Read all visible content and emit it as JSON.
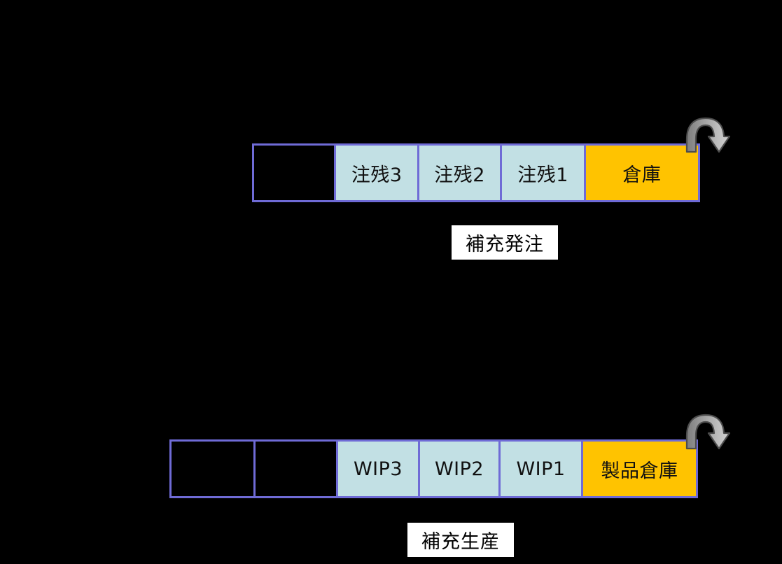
{
  "diagram": {
    "title": "",
    "background_color": "#000000",
    "palette": {
      "border": "#6F6BD6",
      "buffer_fill": "#C2E0E4",
      "warehouse_fill": "#FFC300",
      "empty_fill": "#000000",
      "caption_bg": "#FFFFFF",
      "arrow_dark": "#808080",
      "arrow_light": "#CCCCCC",
      "arrow_outline": "#4D4D4D"
    },
    "rows": [
      {
        "id": "order-pipeline",
        "caption": "補充発注",
        "cells": [
          {
            "label": "",
            "kind": "empty"
          },
          {
            "label": "注残3",
            "kind": "buffer"
          },
          {
            "label": "注残2",
            "kind": "buffer"
          },
          {
            "label": "注残1",
            "kind": "buffer"
          },
          {
            "label": "倉庫",
            "kind": "warehouse"
          }
        ],
        "arrow": {
          "name": "replenishment-arrow",
          "direction": "loop-back-down"
        }
      },
      {
        "id": "production-pipeline",
        "caption": "補充生産",
        "cells": [
          {
            "label": "",
            "kind": "empty"
          },
          {
            "label": "",
            "kind": "empty"
          },
          {
            "label": "WIP3",
            "kind": "buffer"
          },
          {
            "label": "WIP2",
            "kind": "buffer"
          },
          {
            "label": "WIP1",
            "kind": "buffer"
          },
          {
            "label": "製品倉庫",
            "kind": "warehouse"
          }
        ],
        "arrow": {
          "name": "replenishment-arrow",
          "direction": "loop-back-down"
        }
      }
    ]
  }
}
